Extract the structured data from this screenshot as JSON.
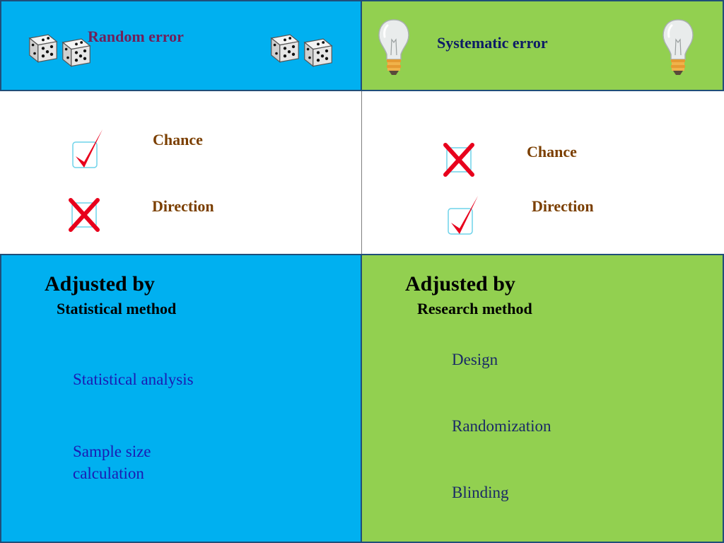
{
  "random": {
    "title": "Random error",
    "criteria": [
      {
        "label": "Chance",
        "status": "check"
      },
      {
        "label": "Direction",
        "status": "cross"
      }
    ],
    "adjusted_heading": "Adjusted by",
    "method": "Statistical method",
    "items": [
      "Statistical analysis",
      "Sample size calculation"
    ]
  },
  "systematic": {
    "title": "Systematic error",
    "criteria": [
      {
        "label": "Chance",
        "status": "cross"
      },
      {
        "label": "Direction",
        "status": "check"
      }
    ],
    "adjusted_heading": "Adjusted by",
    "method": "Research method",
    "items": [
      "Design",
      "Randomization",
      "Blinding"
    ]
  },
  "icons": {
    "random_header": "dice-icon",
    "systematic_header": "lightbulb-icon",
    "check": "checkmark-icon",
    "cross": "cross-icon"
  },
  "colors": {
    "random_panel": "#00b0f0",
    "systematic_panel": "#92d050",
    "check_mark": "#e8001c"
  }
}
